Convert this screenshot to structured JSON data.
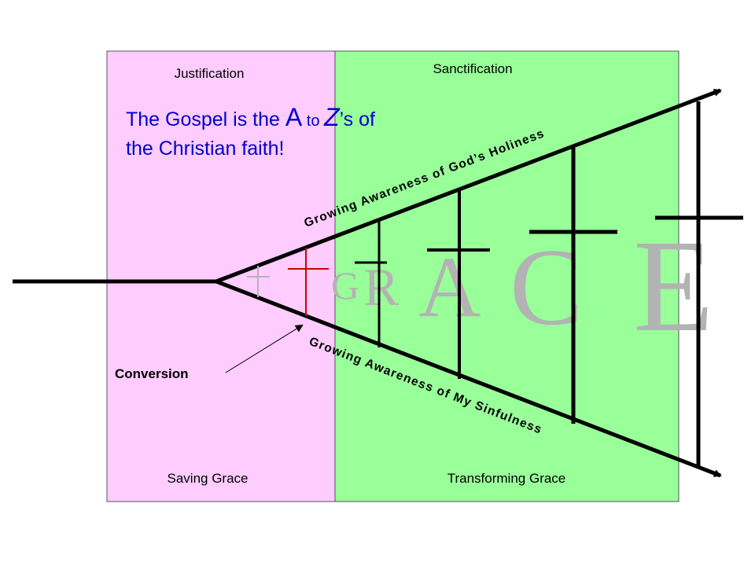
{
  "panels": {
    "left": {
      "heading": "Justification",
      "footer": "Saving Grace",
      "color": "#ffccff"
    },
    "right": {
      "heading": "Sanctification",
      "footer": "Transforming Grace",
      "color": "#99ff99"
    }
  },
  "headline": {
    "line1_pre": "The Gospel is the ",
    "letter_a": "A",
    "to": " to ",
    "letter_z": "Z",
    "line1_post": "’s of",
    "line2": "the Christian faith!",
    "color": "#0000cc"
  },
  "arrows": {
    "upper_label": "Growing Awareness of God’s Holiness",
    "lower_label": "Growing Awareness of My Sinfulness"
  },
  "conversion_label": "Conversion",
  "grace_letters": [
    "G",
    "R",
    "A",
    "C",
    "E"
  ],
  "colors": {
    "line": "#000000",
    "grace_letters": "#b3b3b3",
    "cross_red": "#cc0000"
  }
}
